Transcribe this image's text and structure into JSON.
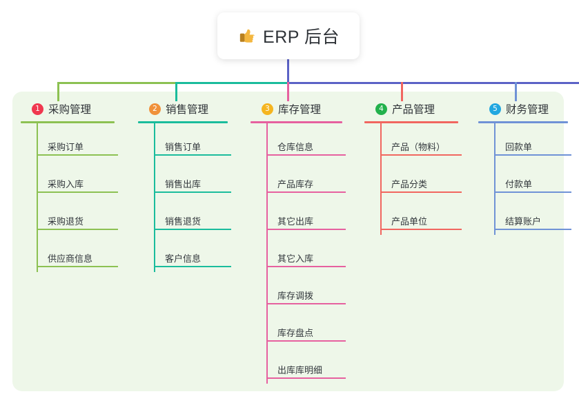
{
  "root": {
    "icon": "thumbs-up-icon",
    "title": "ERP 后台"
  },
  "panel": {
    "background": "#eef7e9"
  },
  "colors": {
    "trunk": "#5b62c6",
    "column1": "#8cc152",
    "column2": "#1abc9c",
    "column3": "#e6609f",
    "column4": "#f1665f",
    "column5": "#6f92d6",
    "badge1": "#f0384f",
    "badge2": "#f0913a",
    "badge3": "#f5b520",
    "badge4": "#22b14c",
    "badge5": "#22a7e0"
  },
  "columns": [
    {
      "index": "1",
      "title": "采购管理",
      "color": "#8cc152",
      "badge_color": "#f0384f",
      "items": [
        "采购订单",
        "采购入库",
        "采购退货",
        "供应商信息"
      ]
    },
    {
      "index": "2",
      "title": "销售管理",
      "color": "#1abc9c",
      "badge_color": "#f0913a",
      "items": [
        "销售订单",
        "销售出库",
        "销售退货",
        "客户信息"
      ]
    },
    {
      "index": "3",
      "title": "库存管理",
      "color": "#e6609f",
      "badge_color": "#f5b520",
      "items": [
        "仓库信息",
        "产品库存",
        "其它出库",
        "其它入库",
        "库存调拨",
        "库存盘点",
        "出库库明细"
      ]
    },
    {
      "index": "4",
      "title": "产品管理",
      "color": "#f1665f",
      "badge_color": "#22b14c",
      "items": [
        "产品（物料）",
        "产品分类",
        "产品单位"
      ]
    },
    {
      "index": "5",
      "title": "财务管理",
      "color": "#6f92d6",
      "badge_color": "#22a7e0",
      "items": [
        "回款单",
        "付款单",
        "结算账户"
      ]
    }
  ]
}
